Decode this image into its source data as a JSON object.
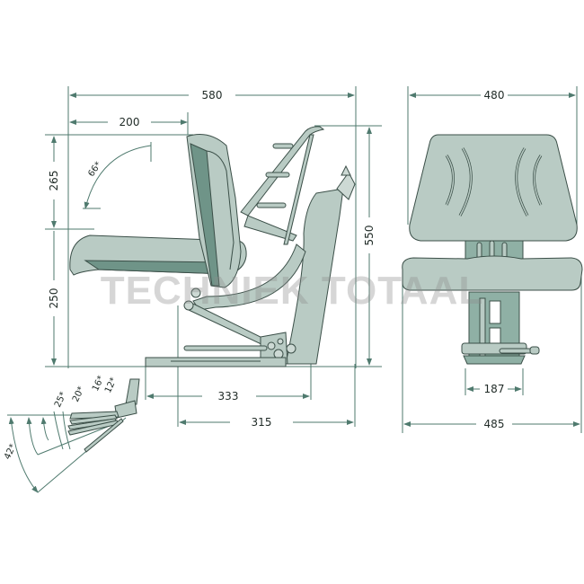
{
  "watermark": "TECHNIEK TOTAAL",
  "colors": {
    "line": "#4f7a6e",
    "part_light": "#b9cbc4",
    "part_mid": "#8fb0a5",
    "part_dark": "#6f9488",
    "outline": "#3b4f48",
    "text": "#1f2a26"
  },
  "side_view": {
    "dimensions": {
      "overall_depth": "580",
      "backrest_offset": "200",
      "backrest_height": "265",
      "seat_height": "250",
      "overall_height": "550",
      "base_depth_a": "333",
      "base_depth_b": "315"
    },
    "backrest_tilt_angle": "66*"
  },
  "tilt_detail": {
    "angles": [
      "12*",
      "16*",
      "20*",
      "25*",
      "42*"
    ]
  },
  "front_view": {
    "dimensions": {
      "backrest_width": "480",
      "seat_width": "485",
      "rail_width": "187"
    }
  }
}
